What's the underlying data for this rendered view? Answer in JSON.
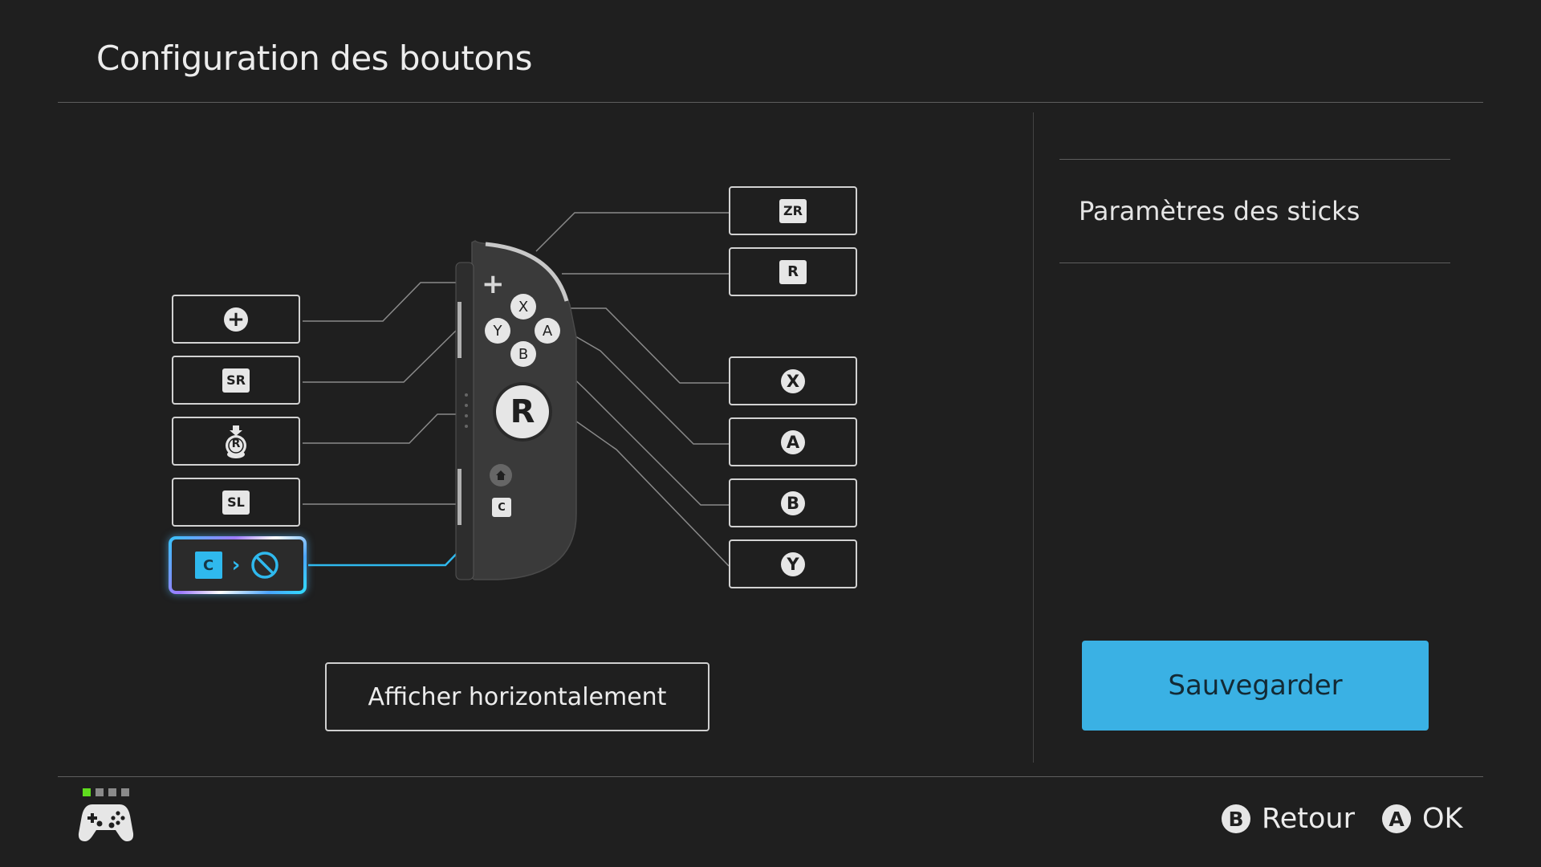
{
  "header": {
    "title": "Configuration des boutons"
  },
  "left_buttons": [
    {
      "name": "plus",
      "glyph": "+",
      "glyph_type": "circle"
    },
    {
      "name": "sr",
      "glyph": "SR",
      "glyph_type": "square"
    },
    {
      "name": "stick-press",
      "glyph": "R",
      "glyph_type": "stick-icon"
    },
    {
      "name": "sl",
      "glyph": "SL",
      "glyph_type": "square"
    }
  ],
  "selected_mapping": {
    "from": "C",
    "arrow": "›",
    "to": "disabled"
  },
  "right_buttons": [
    {
      "name": "zr",
      "glyph": "ZR",
      "glyph_type": "square"
    },
    {
      "name": "r",
      "glyph": "R",
      "glyph_type": "square"
    },
    {
      "name": "x",
      "glyph": "X",
      "glyph_type": "circle"
    },
    {
      "name": "a",
      "glyph": "A",
      "glyph_type": "circle"
    },
    {
      "name": "b",
      "glyph": "B",
      "glyph_type": "circle"
    },
    {
      "name": "y",
      "glyph": "Y",
      "glyph_type": "circle"
    }
  ],
  "controller": {
    "face_buttons": [
      "X",
      "Y",
      "A",
      "B"
    ],
    "stick_label": "R",
    "capture_label": "C",
    "plus_label": "+"
  },
  "actions": {
    "horizontal_label": "Afficher horizontalement"
  },
  "side_panel": {
    "stick_settings_label": "Paramètres des sticks",
    "save_label": "Sauvegarder"
  },
  "footer": {
    "back_glyph": "B",
    "back_label": "Retour",
    "ok_glyph": "A",
    "ok_label": "OK",
    "player_indicator": {
      "active": 1,
      "total": 4,
      "active_color": "#5fdc1e",
      "inactive_color": "#8a8a8a"
    }
  },
  "colors": {
    "accent": "#3ab1e4",
    "background": "#1f1f1f",
    "highlight_line": "#2fb9ee"
  }
}
